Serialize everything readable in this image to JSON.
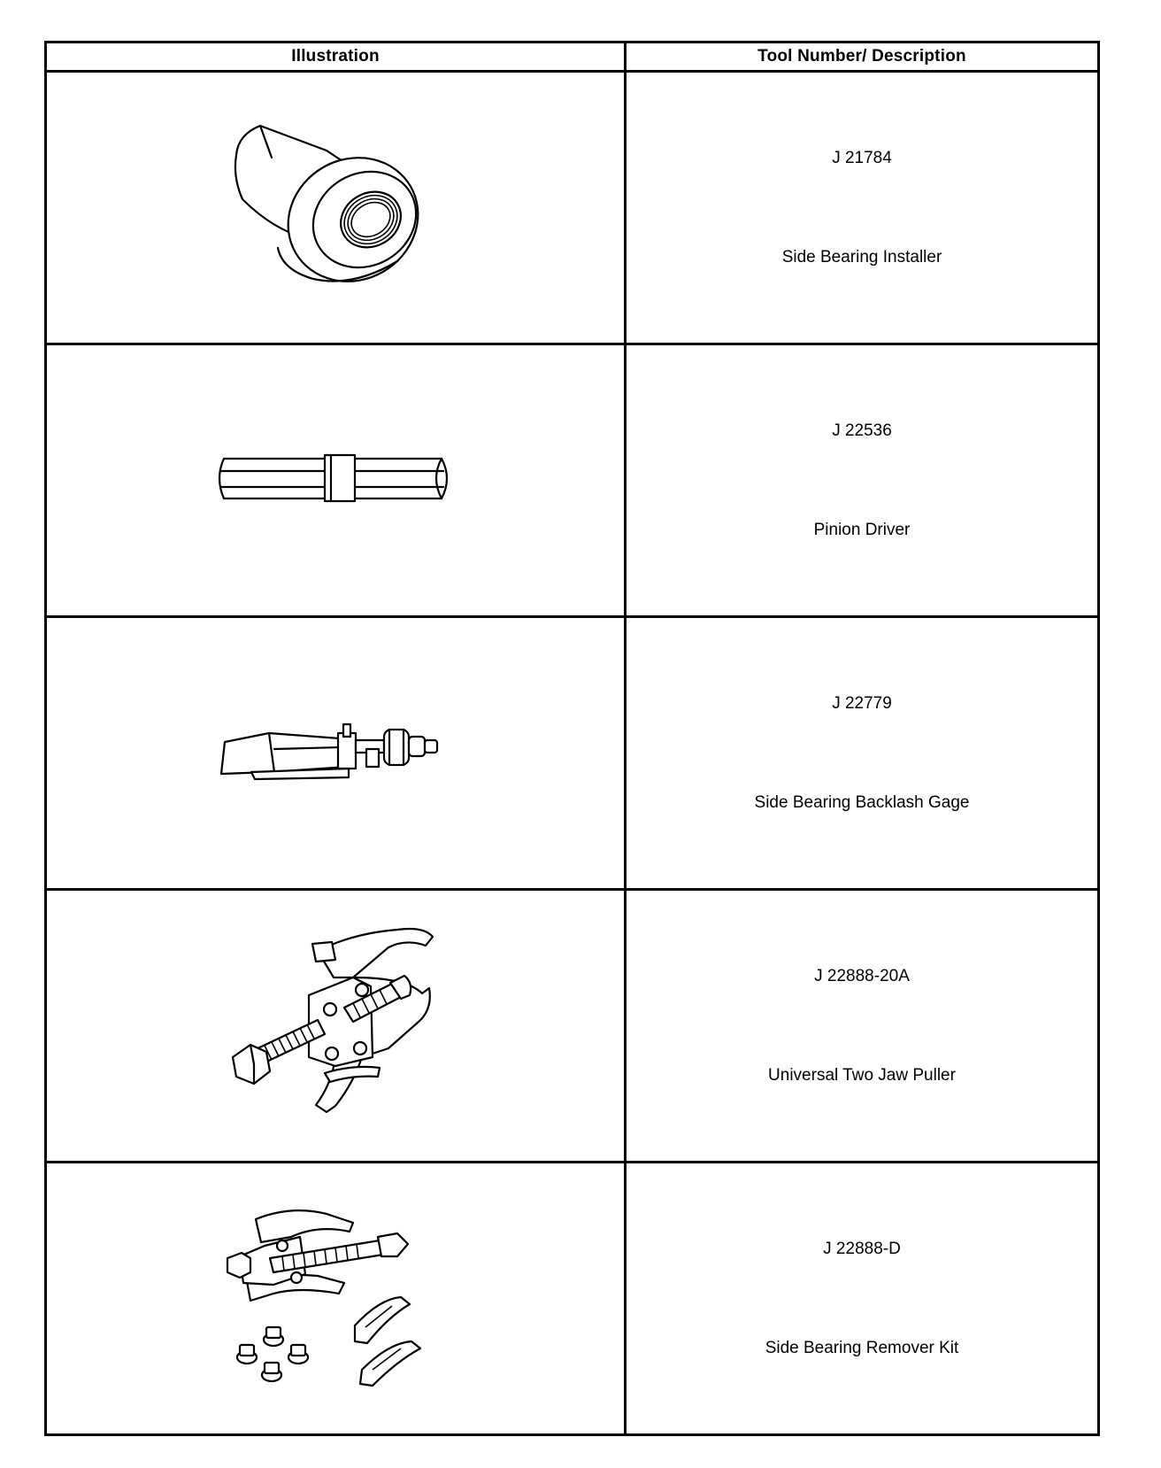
{
  "table": {
    "headers": {
      "illustration": "Illustration",
      "tool": "Tool Number/ Description"
    },
    "rows": [
      {
        "number": "J 21784",
        "description": "Side Bearing Installer",
        "icon": "side-bearing-installer-illustration"
      },
      {
        "number": "J 22536",
        "description": "Pinion Driver",
        "icon": "pinion-driver-illustration"
      },
      {
        "number": "J 22779",
        "description": "Side Bearing Backlash Gage",
        "icon": "backlash-gage-illustration"
      },
      {
        "number": "J 22888-20A",
        "description": "Universal Two Jaw Puller",
        "icon": "two-jaw-puller-illustration"
      },
      {
        "number": "J 22888-D",
        "description": "Side Bearing Remover Kit",
        "icon": "remover-kit-illustration"
      }
    ]
  }
}
